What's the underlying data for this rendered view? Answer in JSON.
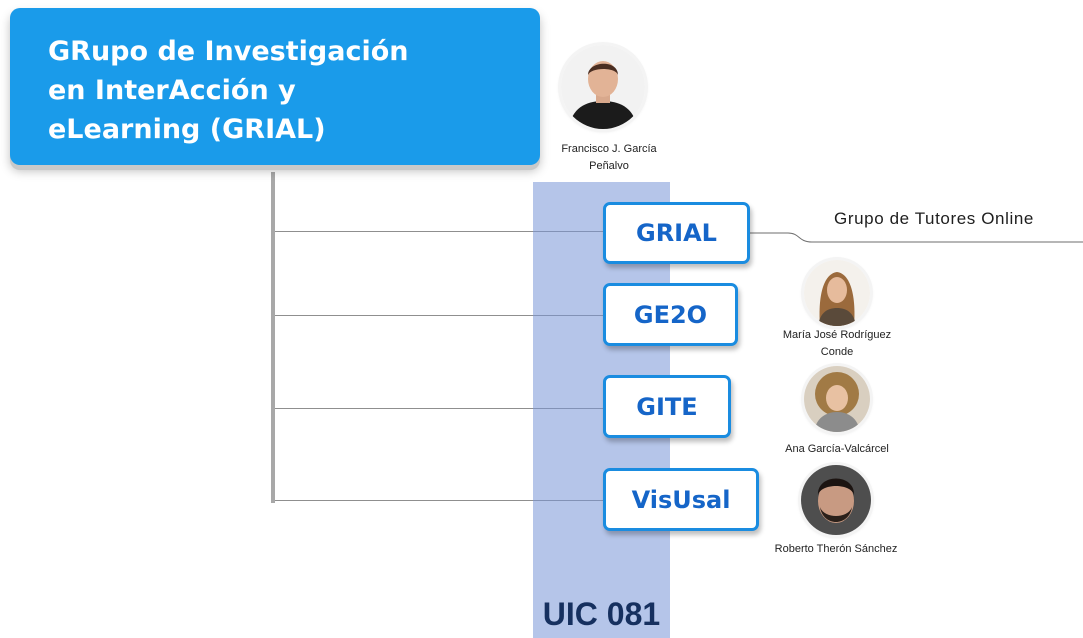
{
  "main": {
    "title": "GRupo de Investigación\nen InterAcción y\neLearning (GRIAL)"
  },
  "leader": {
    "name": "Francisco J. García\nPeñalvo"
  },
  "groups": [
    {
      "label": "GRIAL"
    },
    {
      "label": "GE2O"
    },
    {
      "label": "GITE"
    },
    {
      "label": "VisUsal"
    }
  ],
  "grial_child": {
    "label": "Grupo de Tutores Online"
  },
  "people": [
    {
      "name": "María José Rodríguez\nConde"
    },
    {
      "name": "Ana García-Valcárcel"
    },
    {
      "name": "Roberto Therón Sánchez"
    }
  ],
  "uic": {
    "label": "UIC 081"
  },
  "colors": {
    "main_box": "#1a9bea",
    "group_border": "#1a8ce0",
    "group_text": "#1565c8",
    "uic_column": "#8ea8dc",
    "uic_text": "#16305f"
  }
}
